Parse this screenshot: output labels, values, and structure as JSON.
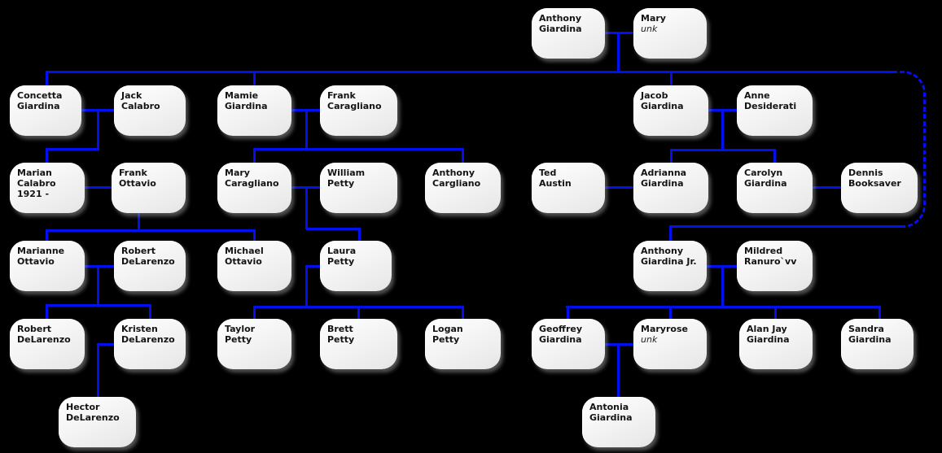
{
  "diagram": {
    "type": "family-tree",
    "background_color": "#000000",
    "connector_color": "#0010ee",
    "connector_style_special": "dashed",
    "box_fill_color": "#f2f2f2",
    "text_color": "#141414"
  },
  "people": {
    "anthony_sr": {
      "l1": "Anthony",
      "l2": "Giardina"
    },
    "mary": {
      "l1": "Mary",
      "l2": "unk"
    },
    "concetta": {
      "l1": "Concetta",
      "l2": "Giardina"
    },
    "jack": {
      "l1": "Jack",
      "l2": "Calabro"
    },
    "mamie": {
      "l1": "Mamie",
      "l2": "Giardina"
    },
    "frank_caragliano": {
      "l1": "Frank",
      "l2": "Caragliano"
    },
    "jacob": {
      "l1": "Jacob",
      "l2": "Giardina"
    },
    "anne": {
      "l1": "Anne",
      "l2": "Desiderati"
    },
    "marian": {
      "l1": "Marian",
      "l2": "Calabro",
      "l3": "1921 -"
    },
    "frank_ottavio": {
      "l1": "Frank Ottavio"
    },
    "mary_caragliano": {
      "l1": "Mary",
      "l2": "Caragliano"
    },
    "william": {
      "l1": "William",
      "l2": "Petty"
    },
    "anthony_cargliano": {
      "l1": "Anthony",
      "l2": "Cargliano"
    },
    "ted": {
      "l1": "Ted",
      "l2": "Austin"
    },
    "adrianna": {
      "l1": "Adrianna",
      "l2": "Giardina"
    },
    "carolyn": {
      "l1": "Carolyn",
      "l2": "Giardina"
    },
    "dennis": {
      "l1": "Dennis",
      "l2": "Booksaver"
    },
    "marianne": {
      "l1": "Marianne",
      "l2": "Ottavio"
    },
    "robert_sr": {
      "l1": "Robert",
      "l2": "DeLarenzo"
    },
    "michael": {
      "l1": "Michael",
      "l2": "Ottavio"
    },
    "laura": {
      "l1": "Laura",
      "l2": "Petty"
    },
    "anthony_jr": {
      "l1": "Anthony",
      "l2": "Giardina Jr."
    },
    "mildred": {
      "l1": "Mildred",
      "l2": "Ranuro`vv"
    },
    "robert_jr": {
      "l1": "Robert",
      "l2": "DeLarenzo"
    },
    "kristen": {
      "l1": "Kristen",
      "l2": "DeLarenzo"
    },
    "taylor": {
      "l1": "Taylor",
      "l2": "Petty"
    },
    "brett": {
      "l1": "Brett",
      "l2": "Petty"
    },
    "logan": {
      "l1": "Logan",
      "l2": "Petty"
    },
    "geoffrey": {
      "l1": "Geoffrey",
      "l2": "Giardina"
    },
    "maryrose": {
      "l1": "Maryrose",
      "l2": "unk"
    },
    "alan_jay": {
      "l1": "Alan Jay",
      "l2": "Giardina"
    },
    "sandra": {
      "l1": "Sandra",
      "l2": "Giardina"
    },
    "hector": {
      "l1": "Hector",
      "l2": "DeLarenzo"
    },
    "antonia": {
      "l1": "Antonia",
      "l2": "Giardina"
    }
  }
}
